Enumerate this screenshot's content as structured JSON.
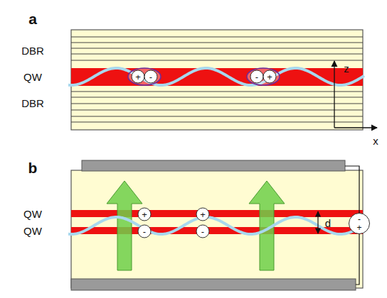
{
  "diagram": {
    "nodes": [
      {
        "text": [
          "+"
        ]
      },
      {
        "text": [
          "-"
        ]
      },
      {
        "text": [
          "-"
        ]
      },
      {
        "text": [
          "+"
        ]
      },
      {
        "text": [
          "+"
        ]
      },
      {
        "text": [
          "+"
        ]
      },
      {
        "text": [
          "-"
        ]
      },
      {
        "text": [
          "-"
        ]
      },
      {
        "text": [
          "-",
          "+"
        ]
      }
    ],
    "labels": [
      "a",
      "DBR",
      "QW",
      "DBR",
      "z",
      "x",
      "b",
      "QW",
      "QW",
      "d"
    ]
  }
}
